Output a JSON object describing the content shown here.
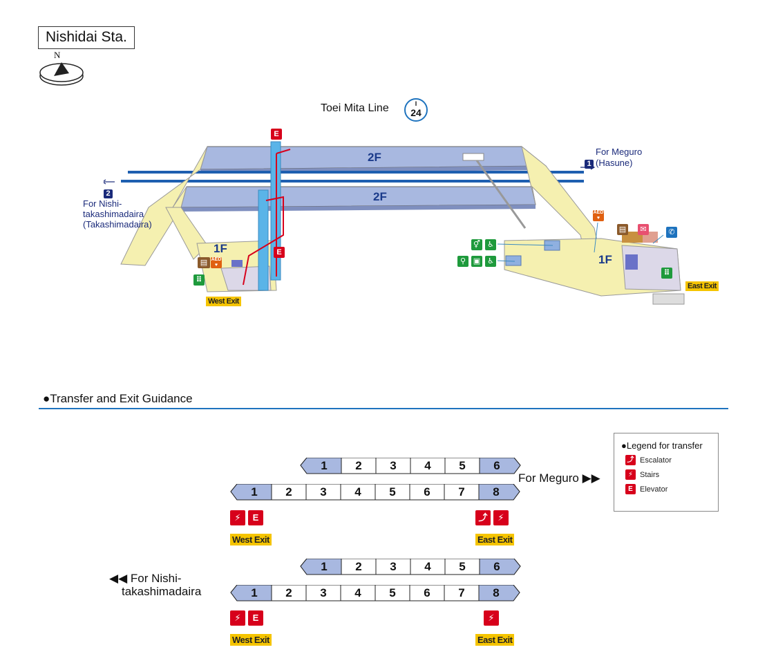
{
  "station": {
    "name": "Nishidai Sta.",
    "north_label": "N"
  },
  "line": {
    "name": "Toei Mita Line",
    "code_letter": "I",
    "code_number": "24",
    "color": "#1e73be"
  },
  "map": {
    "floor_upper_a": "2F",
    "floor_upper_b": "2F",
    "floor_lower_west": "1F",
    "floor_lower_east": "1F",
    "dir_meguro_line1": "For Meguro",
    "dir_meguro_platform": "1",
    "dir_meguro_line2": "(Hasune)",
    "dir_nishi_platform": "2",
    "dir_nishi_line1": "For Nishi-",
    "dir_nishi_line2": "takashimadaira",
    "dir_nishi_line3": "(Takashimadaira)",
    "west_exit": "West Exit",
    "east_exit": "East Exit",
    "aed": "AED",
    "elevator_letter": "E"
  },
  "guidance": {
    "title": "●Transfer and Exit Guidance",
    "for_meguro": "For Meguro ▶▶",
    "for_nishi_line1": "◀◀ For Nishi-",
    "for_nishi_line2": "takashimadaira",
    "rows": [
      {
        "cars": [
          "1",
          "2",
          "3",
          "4",
          "5",
          "6"
        ],
        "highlight": [
          0,
          5
        ]
      },
      {
        "cars": [
          "1",
          "2",
          "3",
          "4",
          "5",
          "6",
          "7",
          "8"
        ],
        "highlight": [
          0,
          7
        ]
      },
      {
        "cars": [
          "1",
          "2",
          "3",
          "4",
          "5",
          "6"
        ],
        "highlight": [
          0,
          5
        ]
      },
      {
        "cars": [
          "1",
          "2",
          "3",
          "4",
          "5",
          "6",
          "7",
          "8"
        ],
        "highlight": [
          0,
          7
        ]
      }
    ],
    "west_exit": "West Exit",
    "east_exit": "East Exit"
  },
  "legend": {
    "title": "●Legend for transfer",
    "items": [
      {
        "label": "Escalator",
        "icon": "escalator-icon"
      },
      {
        "label": "Stairs",
        "icon": "stairs-icon"
      },
      {
        "label": "Elevator",
        "icon": "elevator-icon"
      }
    ]
  },
  "colors": {
    "platform": "#a8b8e0",
    "concourse": "#f5f0b0",
    "highlight_car": "#a8b8e0",
    "exit_tag": "#f5c400",
    "icon_red": "#d7001b",
    "icon_green": "#1e9a3c"
  }
}
